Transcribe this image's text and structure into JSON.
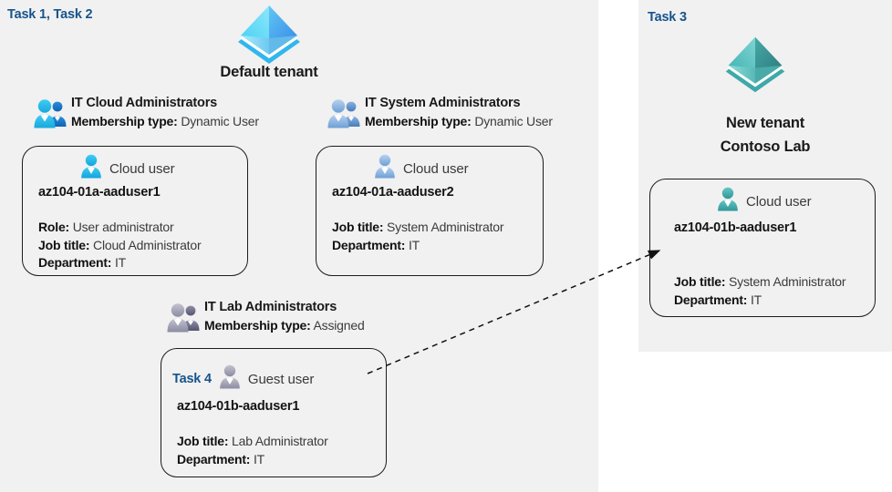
{
  "panels": {
    "left": {
      "task_label": "Task 1, Task 2"
    },
    "right": {
      "task_label": "Task 3"
    }
  },
  "tenants": [
    {
      "icon": "azure-ad-tenant-icon",
      "caption_line1": "Default tenant",
      "caption_line2": "",
      "color": "#32bdf0"
    },
    {
      "icon": "azure-ad-tenant-icon",
      "caption_line1": "New  tenant",
      "caption_line2": "Contoso Lab",
      "color": "#4bb8b8"
    }
  ],
  "groups": [
    {
      "icon": "group-users-icon",
      "name": "IT Cloud Administrators",
      "membership_label": "Membership type:",
      "membership_value": "Dynamic User"
    },
    {
      "icon": "group-users-icon",
      "name": "IT System Administrators",
      "membership_label": "Membership type:",
      "membership_value": "Dynamic User"
    },
    {
      "icon": "group-users-icon",
      "name": "IT Lab Administrators",
      "membership_label": "Membership type:",
      "membership_value": "Assigned"
    }
  ],
  "cards": [
    {
      "task_tag": "",
      "user_icon": "cloud-user-icon",
      "user_type": "Cloud user",
      "username": "az104-01a-aaduser1",
      "attributes": [
        {
          "label": "Role:",
          "value": "User administrator"
        },
        {
          "label": "Job title:",
          "value": "Cloud Administrator"
        },
        {
          "label": "Department:",
          "value": "IT"
        }
      ]
    },
    {
      "task_tag": "",
      "user_icon": "cloud-user-icon",
      "user_type": "Cloud user",
      "username": "az104-01a-aaduser2",
      "attributes": [
        {
          "label": "Job title:",
          "value": "System Administrator"
        },
        {
          "label": "Department:",
          "value": "IT"
        }
      ]
    },
    {
      "task_tag": "Task 4",
      "user_icon": "guest-user-icon",
      "user_type": "Guest user",
      "username": "az104-01b-aaduser1",
      "attributes": [
        {
          "label": "Job title:",
          "value": "Lab Administrator"
        },
        {
          "label": "Department:",
          "value": "IT"
        }
      ]
    },
    {
      "task_tag": "",
      "user_icon": "cloud-user-icon",
      "user_type": "Cloud user",
      "username": "az104-01b-aaduser1",
      "attributes": [
        {
          "label": "Job title:",
          "value": "System Administrator"
        },
        {
          "label": "Department:",
          "value": "IT"
        }
      ]
    }
  ],
  "colors": {
    "panel_background": "#f1f1f1",
    "task_label": "#17548c",
    "card_border": "#1c1c1c",
    "connector": "#111111",
    "tenant_blue": "#32bdf0",
    "tenant_teal": "#4bb8b8"
  },
  "connector": {
    "name": "guest-user-invitation-arrow",
    "style": "dashed-arrow",
    "from": "az104-01b-aaduser1 guest user card (Default tenant)",
    "to": "az104-01b-aaduser1 cloud user card (Contoso Lab tenant)"
  }
}
